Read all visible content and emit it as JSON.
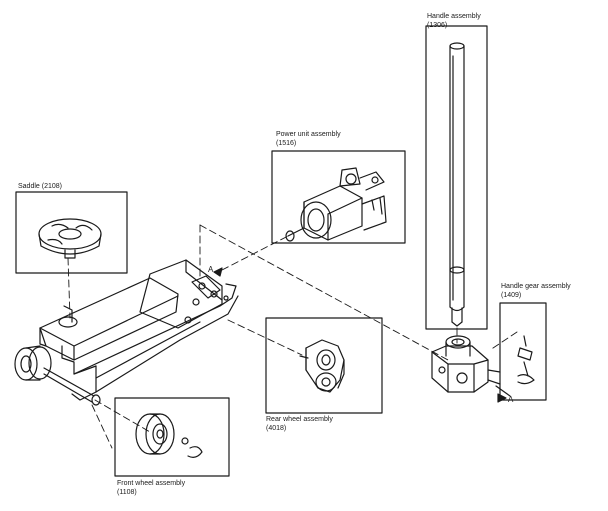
{
  "labels": {
    "saddle": "Saddle (2108)",
    "power_unit": "Power unit assembly",
    "power_unit_code": "(1516)",
    "handle": "Handle assembly",
    "handle_code": "(1306)",
    "handle_gear": "Handle gear assembly",
    "handle_gear_code": "(1409)",
    "rear_wheel": "Rear wheel assembly",
    "rear_wheel_code": "(4018)",
    "front_wheel": "Front wheel assembly",
    "front_wheel_code": "(1108)",
    "ref_a_frame": "A",
    "ref_a_gear": "A"
  },
  "colors": {
    "ink": "#1a1a1a",
    "paper": "#ffffff"
  }
}
